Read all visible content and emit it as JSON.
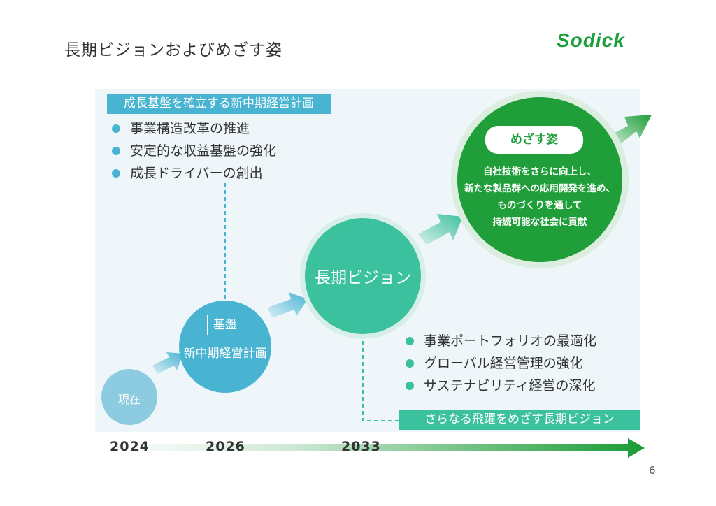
{
  "page": {
    "title": "長期ビジョンおよびめざす姿",
    "logo": "Sodick",
    "page_number": "6"
  },
  "mid_term_plan": {
    "label": "成長基盤を確立する新中期経営計画",
    "bullets": [
      "事業構造改革の推進",
      "安定的な収益基盤の強化",
      "成長ドライバーの創出"
    ]
  },
  "stages": {
    "current": "現在",
    "foundation_badge": "基盤",
    "foundation_title": "新中期経営計画",
    "vision": "長期ビジョン"
  },
  "long_term_vision": {
    "label": "さらなる飛躍をめざす長期ビジョン",
    "bullets": [
      "事業ポートフォリオの最適化",
      "グローバル経営管理の強化",
      "サステナビリティ経営の深化"
    ]
  },
  "goal": {
    "title": "めざす姿",
    "lines": [
      "自社技術をさらに向上し、",
      "新たな製品群への応用開発を進め、",
      "ものづくりを通して",
      "持続可能な社会に貢献"
    ]
  },
  "timeline": {
    "years": [
      "2024",
      "2026",
      "2033"
    ]
  },
  "colors": {
    "blue": "#49b4d2",
    "light_blue": "#8dcbe0",
    "teal": "#3cc19e",
    "green": "#1f9e3a",
    "brand_green": "#1e9f3e"
  }
}
